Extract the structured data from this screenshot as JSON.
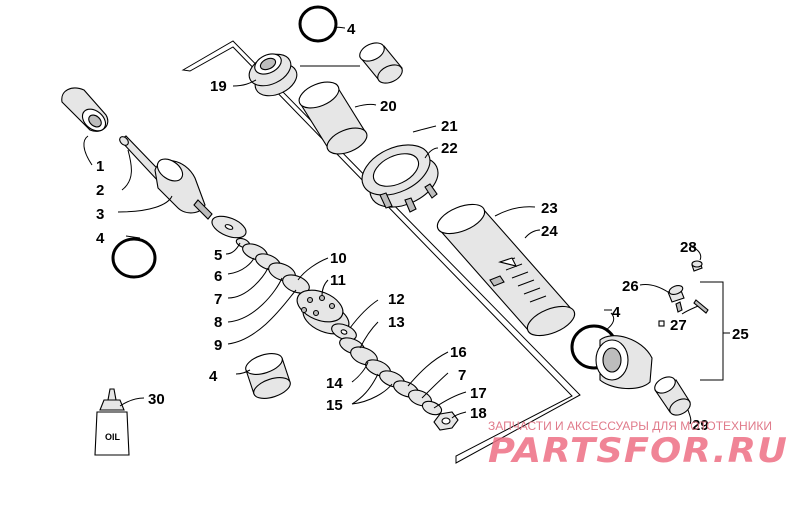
{
  "diagram": {
    "callouts": [
      "1",
      "2",
      "3",
      "4",
      "4",
      "4",
      "4",
      "5",
      "6",
      "7",
      "7",
      "8",
      "9",
      "10",
      "11",
      "12",
      "13",
      "14",
      "15",
      "16",
      "17",
      "18",
      "19",
      "20",
      "21",
      "22",
      "23",
      "24",
      "25",
      "26",
      "27",
      "28",
      "29",
      "30"
    ],
    "bottle_label": "OIL"
  },
  "watermark": {
    "caption": "ЗАПЧАСТИ И АКСЕССУАРЫ ДЛЯ МОТОТЕХНИКИ",
    "logo": "PARTSFOR.RU"
  }
}
